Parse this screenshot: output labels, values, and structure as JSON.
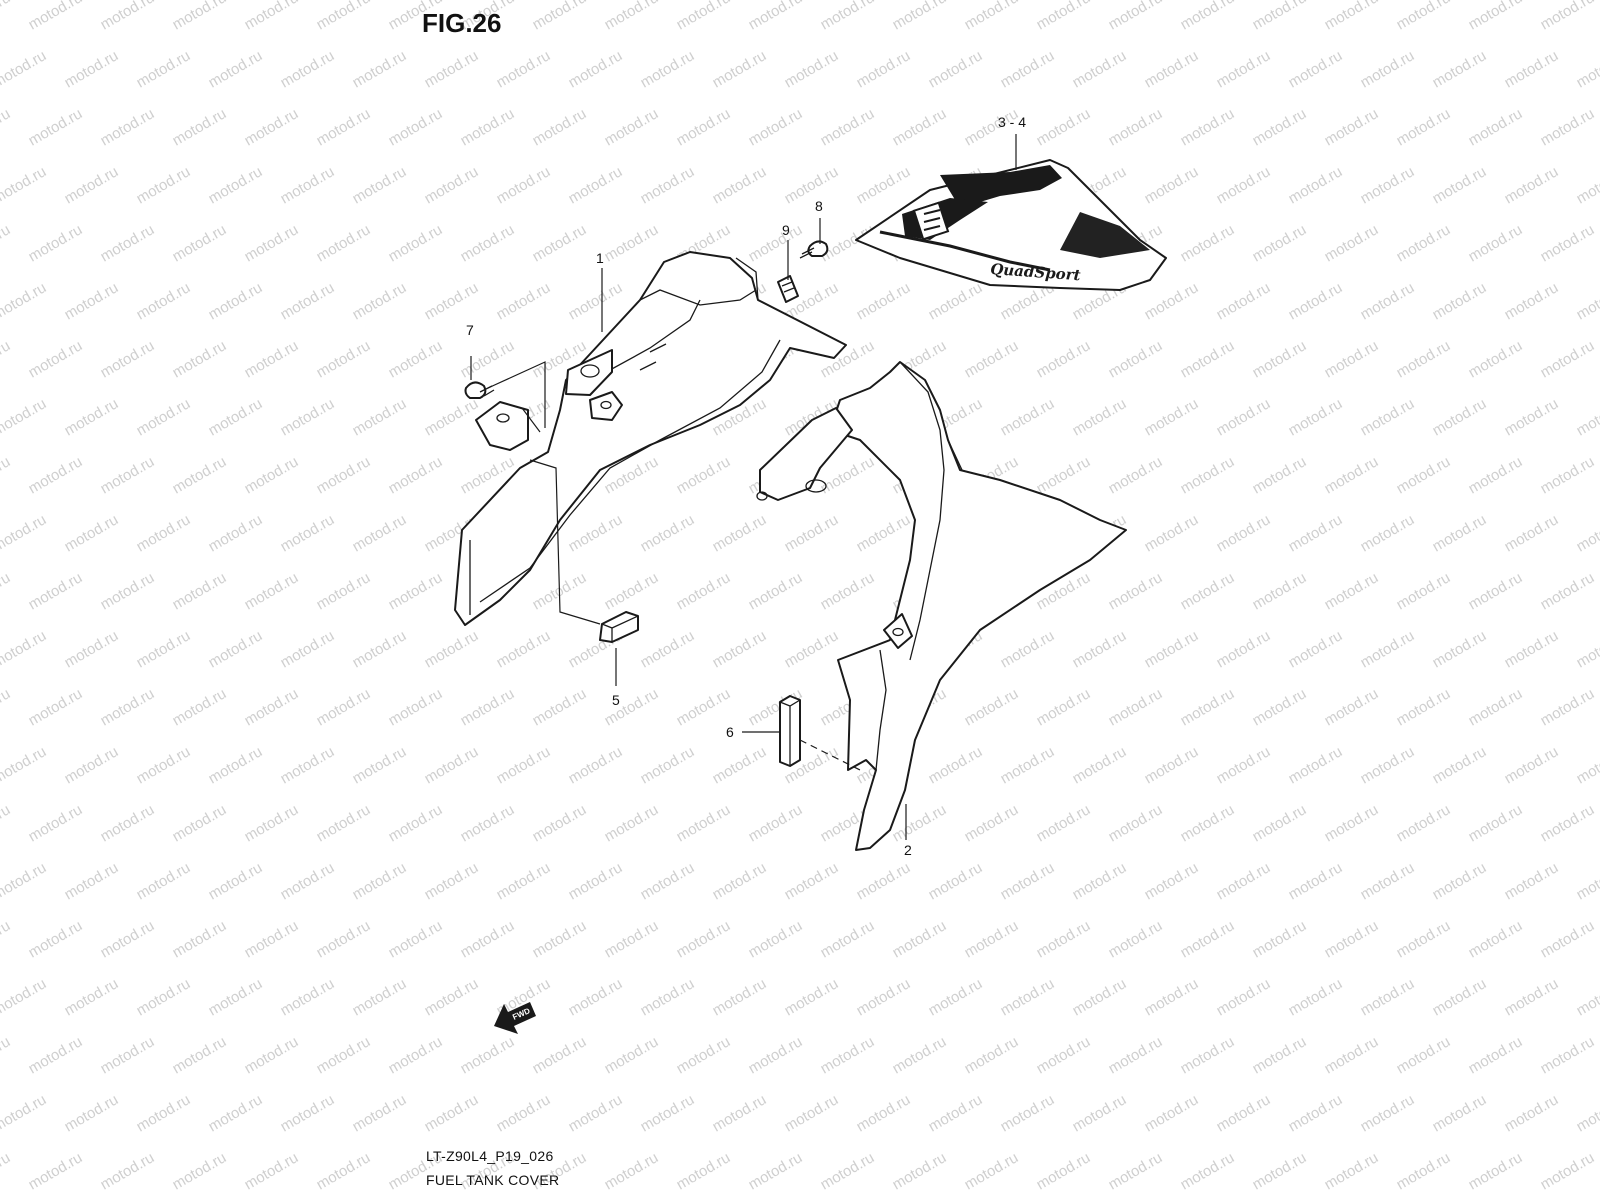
{
  "figure": {
    "title": "FIG.26",
    "code": "LT-Z90L4_P19_026",
    "caption": "FUEL TANK COVER"
  },
  "watermark": {
    "text": "motod.ru",
    "color": "#cfcfcf"
  },
  "callouts": {
    "c1": "1",
    "c2": "2",
    "c34": "3 - 4",
    "c5": "5",
    "c6": "6",
    "c7": "7",
    "c8": "8",
    "c9": "9"
  },
  "decal": {
    "logo_text": "QuadSport"
  },
  "fwd_arrow": {
    "label": "FWD"
  }
}
